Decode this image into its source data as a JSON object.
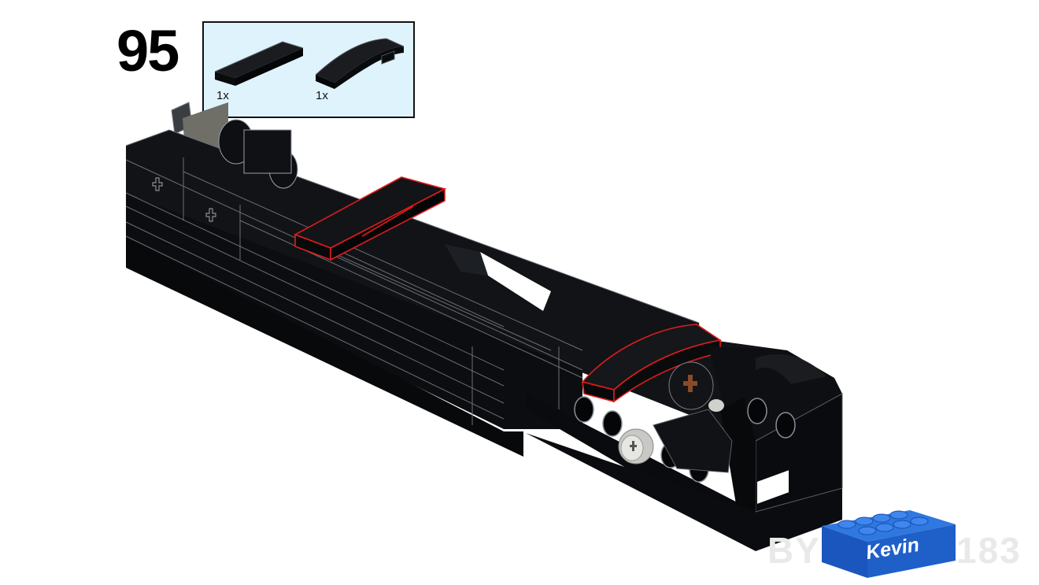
{
  "step": {
    "number": "95"
  },
  "parts": [
    {
      "name": "tile-1x4",
      "quantity": "1x"
    },
    {
      "name": "curved-slope-1x4",
      "quantity": "1x"
    }
  ],
  "watermark": {
    "left": "BY",
    "brick_text": "Kevin",
    "right": "183"
  },
  "colors": {
    "parts_background": "#dff3fc",
    "model": "#0d0f12",
    "highlight": "#e01c1c",
    "brick_blue": "#1f5fc8"
  }
}
